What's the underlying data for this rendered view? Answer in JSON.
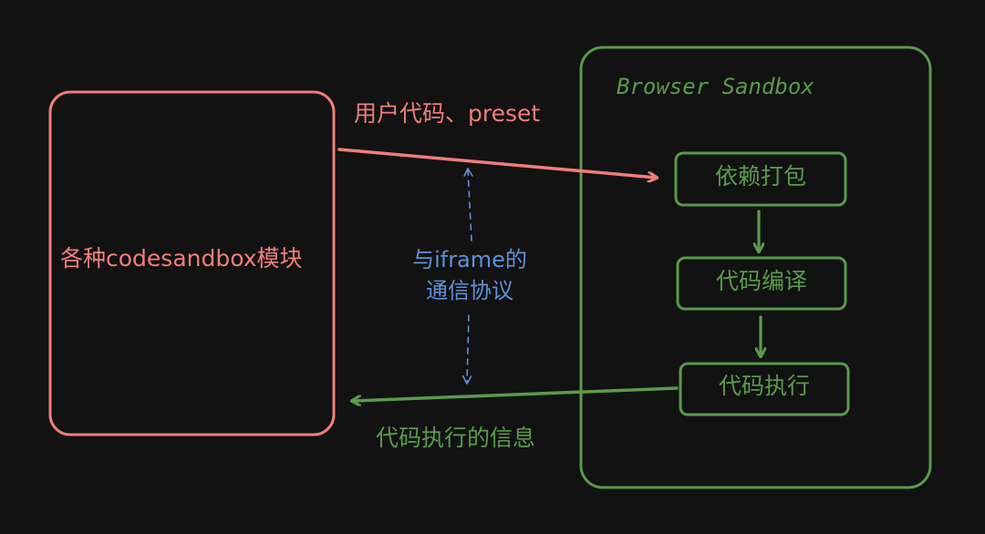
{
  "colors": {
    "background": "#121212",
    "client": "#f07e79",
    "sandbox": "#5a9a4b",
    "protocol": "#5f91d6"
  },
  "client_box": {
    "label": "各种codesandbox模块"
  },
  "sandbox": {
    "title": "Browser Sandbox",
    "steps": [
      {
        "label": "依赖打包"
      },
      {
        "label": "代码编译"
      },
      {
        "label": "代码执行"
      }
    ]
  },
  "arrows": {
    "request_label": "用户代码、preset",
    "response_label": "代码执行的信息",
    "protocol_line1": "与iframe的",
    "protocol_line2": "通信协议"
  }
}
